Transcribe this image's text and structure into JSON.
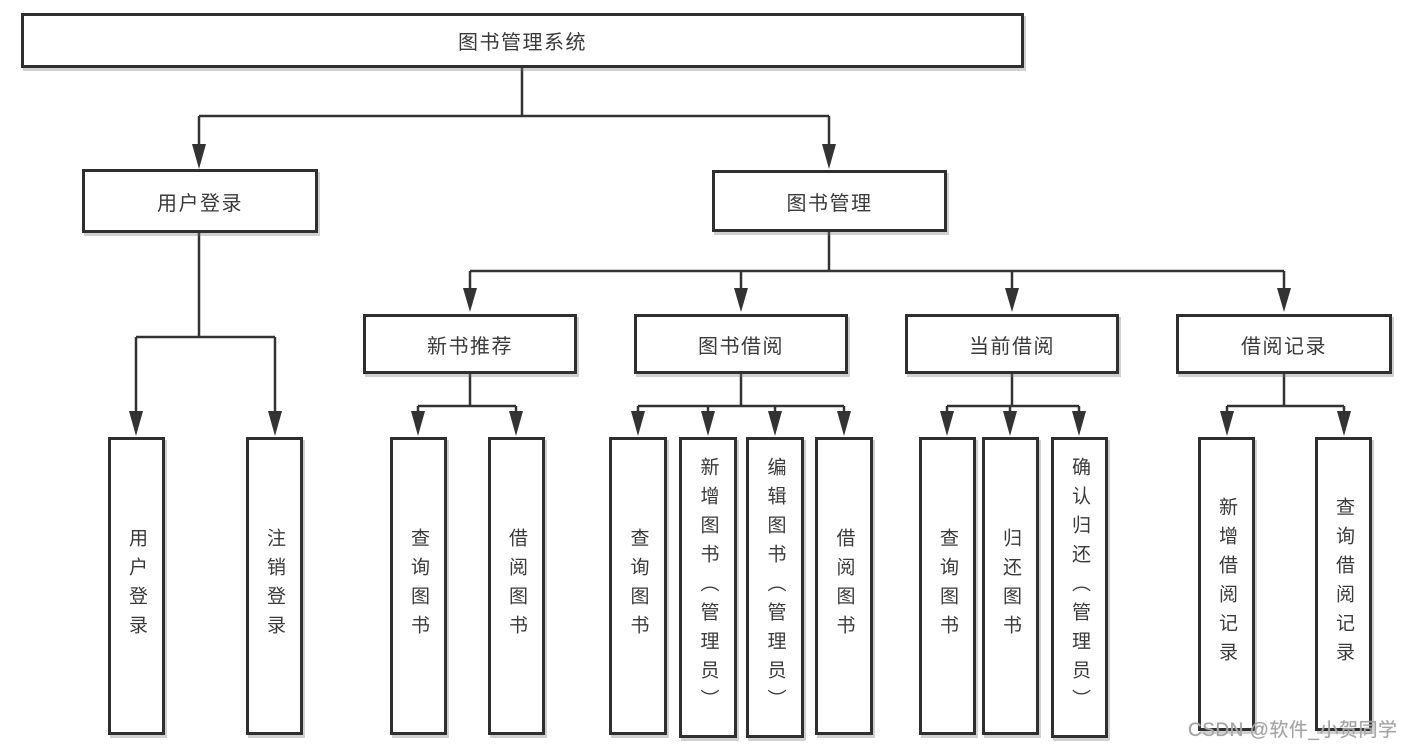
{
  "root": {
    "label": "图书管理系统"
  },
  "user_branch": {
    "label": "用户登录",
    "children": [
      {
        "label": "用户登录"
      },
      {
        "label": "注销登录"
      }
    ]
  },
  "book_branch": {
    "label": "图书管理",
    "sections": [
      {
        "label": "新书推荐",
        "children": [
          {
            "label": "查询图书"
          },
          {
            "label": "借阅图书"
          }
        ]
      },
      {
        "label": "图书借阅",
        "children": [
          {
            "label": "查询图书"
          },
          {
            "label": "新增图书（管理员）"
          },
          {
            "label": "编辑图书（管理员）"
          },
          {
            "label": "借阅图书"
          }
        ]
      },
      {
        "label": "当前借阅",
        "children": [
          {
            "label": "查询图书"
          },
          {
            "label": "归还图书"
          },
          {
            "label": "确认归还（管理员）"
          }
        ]
      },
      {
        "label": "借阅记录",
        "children": [
          {
            "label": "新增借阅记录"
          },
          {
            "label": "查询借阅记录"
          }
        ]
      }
    ]
  },
  "watermark": {
    "text": "CSDN @软件_小贺同学"
  },
  "colors": {
    "line": "#333333",
    "border": "#2f2f2f",
    "text": "#3a3a3a",
    "watermark": "#a3a3a3"
  }
}
